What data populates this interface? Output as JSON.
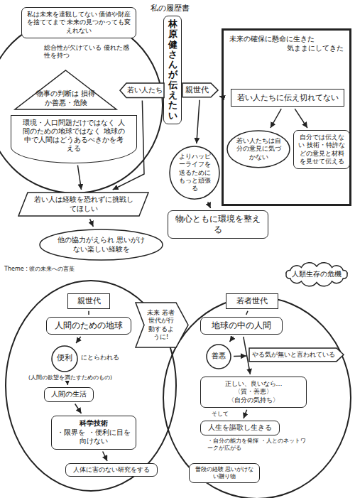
{
  "diagram": {
    "title": "私の履歴書",
    "nodes": [
      {
        "text": [
          "林原健さんが伝えたい"
        ]
      },
      {
        "text": [
          "私は未来を達観してない 価値や財産を捨ててまで 未来の見つかっても変えれない"
        ]
      },
      {
        "text": [
          "物事の判断は 損得か善悪・危険"
        ]
      },
      {
        "text": [
          "環境・人口問題だけではなく 人間のための地球ではなく 地球の中で人間はどうあるべきかを考える"
        ]
      },
      {
        "text": [
          "若い人たち"
        ]
      },
      {
        "text": [
          "親世代"
        ]
      },
      {
        "text": [
          "若い人は経験を恐れずに挑戦してほしい"
        ]
      },
      {
        "text": [
          "他の協力がえられ 思いがけない楽しい経験を"
        ]
      },
      {
        "text": [
          "未来の確保に懸命に生きた",
          "気ままにしてきた"
        ]
      },
      {
        "text": [
          "若い人たちに伝え切れてない"
        ],
        "in": 8
      },
      {
        "text": [
          "若い人たちは自分の意見に気づかない"
        ],
        "in": 8
      },
      {
        "text": [
          "自分では伝えない 技術・特許などの意見と材料を見せて伝える"
        ],
        "in": 8
      },
      {
        "text": [
          "よりハッピーライフを送るためにもっと頑張る"
        ]
      },
      {
        "text": [
          "物心ともに環境を整える"
        ]
      },
      {
        "text": [
          "親世代"
        ]
      },
      {
        "text": [
          "人間のための地球"
        ]
      },
      {
        "text": [
          "便利"
        ]
      },
      {
        "text": [
          "人間の生活"
        ]
      },
      {
        "text": [
          "科学技術",
          "・限界を ・便利に目を向けない"
        ]
      },
      {
        "text": [
          "人体に害のない研究をする"
        ]
      },
      {
        "text": [
          "未来 若者世代が行動するように!"
        ]
      },
      {
        "text": [
          "若者世代"
        ]
      },
      {
        "text": [
          "地球の中の人間"
        ]
      },
      {
        "text": [
          "善悪"
        ]
      },
      {
        "text": [
          "やる気が無いと言われている"
        ]
      },
      {
        "text": [
          "正しい、良いなら…",
          "〈質・善悪〉",
          "〈自分の気持ち〉"
        ]
      },
      {
        "text": [
          "人生を謳歌し生きる"
        ]
      },
      {
        "text": [
          "普段の経験 思いがけない贈り物"
        ]
      },
      {
        "text": [
          "人類生存の危機"
        ]
      }
    ],
    "edges": [
      {
        "from": 4,
        "to": 6,
        "arrow": "to"
      },
      {
        "from": 3,
        "to": 6,
        "arrow": "to"
      },
      {
        "from": 6,
        "to": 7,
        "arrow": "to"
      },
      {
        "from": 5,
        "to": 8,
        "arrow": "to"
      },
      {
        "from": 5,
        "to": 12,
        "arrow": "to"
      },
      {
        "from": 12,
        "to": 13,
        "arrow": "to"
      },
      {
        "from": 9,
        "to": 10,
        "arrow": "to"
      },
      {
        "from": 9,
        "to": 11,
        "arrow": "to"
      },
      {
        "from": 14,
        "to": 15,
        "arrow": "none"
      },
      {
        "from": 15,
        "to": 16,
        "arrow": "to"
      },
      {
        "from": 16,
        "to": 17,
        "arrow": "to"
      },
      {
        "from": 17,
        "to": 18,
        "arrow": "to"
      },
      {
        "from": 18,
        "to": 19,
        "arrow": "to"
      },
      {
        "from": 21,
        "to": 22,
        "arrow": "none"
      },
      {
        "from": 22,
        "to": 23,
        "arrow": "to"
      },
      {
        "from": 23,
        "to": 24,
        "arrow": "to"
      },
      {
        "from": 22,
        "to": 25,
        "arrow": "to"
      },
      {
        "from": 25,
        "to": 26,
        "arrow": "to"
      }
    ],
    "labels": [
      "総合性が欠けている 優れた感性を持つ",
      "Theme : 彼の未来への言葉",
      "にとらわれる",
      "(人間の欲望を満たすためのもの)",
      "そして",
      "・自分の能力を発揮 ・人とのネットワークが広がる"
    ]
  }
}
